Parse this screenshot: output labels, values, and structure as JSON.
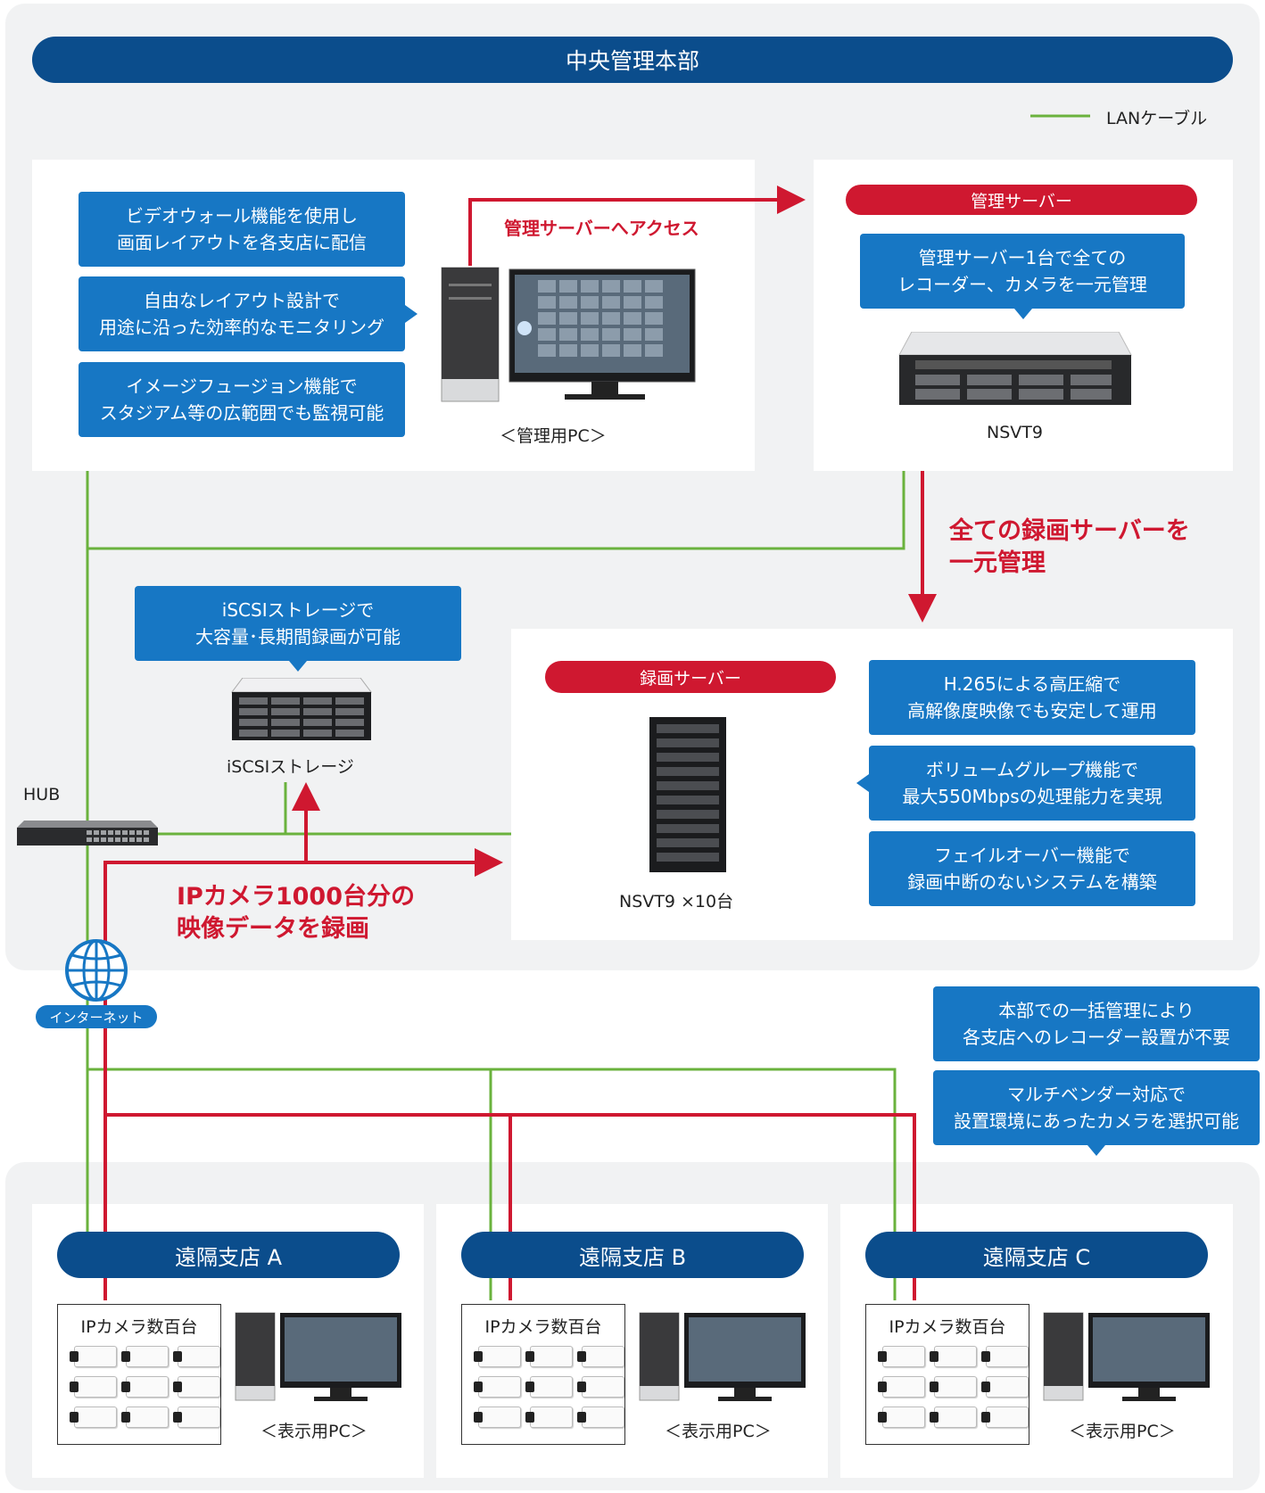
{
  "colors": {
    "navy": "#0b4d8c",
    "blue": "#1777c4",
    "red": "#cf1830",
    "green": "#6ab23d",
    "bg": "#f1f2f3"
  },
  "hq": {
    "title": "中央管理本部"
  },
  "legend": {
    "lan_label": "LANケーブル"
  },
  "left_panel": {
    "features": [
      [
        "ビデオウォール機能を使用し",
        "画面レイアウトを各支店に配信"
      ],
      [
        "自由なレイアウト設計で",
        "用途に沿った効率的なモニタリング"
      ],
      [
        "イメージフュージョン機能で",
        "スタジアム等の広範囲でも監視可能"
      ]
    ],
    "pc_label": "＜管理用PC＞"
  },
  "access_arrow_label": "管理サーバーへアクセス",
  "mgmt_server": {
    "title": "管理サーバー",
    "note": [
      "管理サーバー1台で全ての",
      "レコーダー、カメラを一元管理"
    ],
    "model": "NSVT9"
  },
  "central_mgmt_label": [
    "全ての録画サーバーを",
    "一元管理"
  ],
  "storage": {
    "note": [
      "iSCSIストレージで",
      "大容量･長期間録画が可能"
    ],
    "label": "iSCSIストレージ"
  },
  "hub_label": "HUB",
  "rec_server": {
    "title": "録画サーバー",
    "model": "NSVT9 ×10台",
    "features": [
      [
        "H.265による高圧縮で",
        "高解像度映像でも安定して運用"
      ],
      [
        "ボリュームグループ機能で",
        "最大550Mbpsの処理能力を実現"
      ],
      [
        "フェイルオーバー機能で",
        "録画中断のないシステムを構築"
      ]
    ]
  },
  "recording_label": [
    "IPカメラ1000台分の",
    "映像データを録画"
  ],
  "internet_label": "インターネット",
  "benefits": [
    [
      "本部での一括管理により",
      "各支店へのレコーダー設置が不要"
    ],
    [
      "マルチベンダー対応で",
      "設置環境にあったカメラを選択可能"
    ]
  ],
  "branches": [
    {
      "name": "遠隔支店 A",
      "camera_label": "IPカメラ数百台",
      "pc_label": "＜表示用PC＞"
    },
    {
      "name": "遠隔支店 B",
      "camera_label": "IPカメラ数百台",
      "pc_label": "＜表示用PC＞"
    },
    {
      "name": "遠隔支店 C",
      "camera_label": "IPカメラ数百台",
      "pc_label": "＜表示用PC＞"
    }
  ]
}
